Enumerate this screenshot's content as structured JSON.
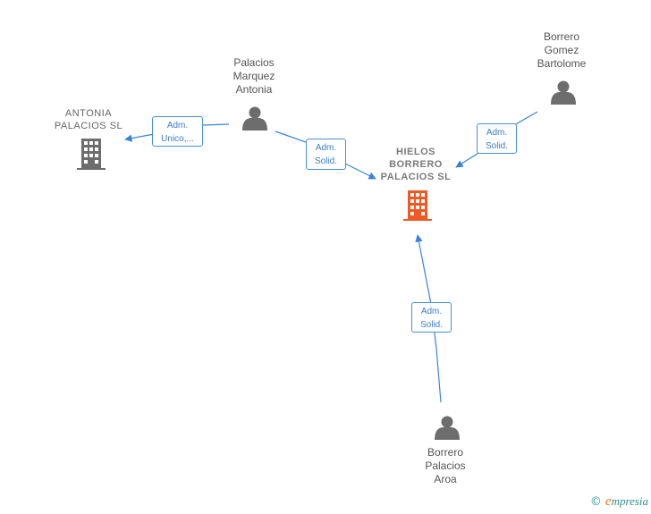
{
  "colors": {
    "edge": "#3b82d6",
    "person_icon": "#6d6d6d",
    "company_icon": "#6d6d6d",
    "center_company_icon": "#ef5a24"
  },
  "nodes": {
    "palacios_marquez": {
      "lines": [
        "Palacios",
        "Marquez",
        "Antonia"
      ],
      "icon": "person-icon"
    },
    "borrero_gomez": {
      "lines": [
        "Borrero",
        "Gomez",
        "Bartolome"
      ],
      "icon": "person-icon"
    },
    "borrero_palacios": {
      "lines": [
        "Borrero",
        "Palacios",
        "Aroa"
      ],
      "icon": "person-icon"
    },
    "antonia_palacios_sl": {
      "lines": [
        "ANTONIA",
        "PALACIOS  SL"
      ],
      "icon": "building-icon"
    },
    "hielos_borrero": {
      "lines": [
        "HIELOS",
        "BORRERO",
        "PALACIOS  SL"
      ],
      "icon": "building-icon"
    }
  },
  "edges": {
    "e1": {
      "lines": [
        "Adm.",
        "Unico,..."
      ]
    },
    "e2": {
      "lines": [
        "Adm.",
        "Solid."
      ]
    },
    "e3": {
      "lines": [
        "Adm.",
        "Solid."
      ]
    },
    "e4": {
      "lines": [
        "Adm.",
        "Solid."
      ]
    }
  },
  "footer": {
    "copyright": "©",
    "brand_initial": "e",
    "brand_rest": "mpresia"
  }
}
